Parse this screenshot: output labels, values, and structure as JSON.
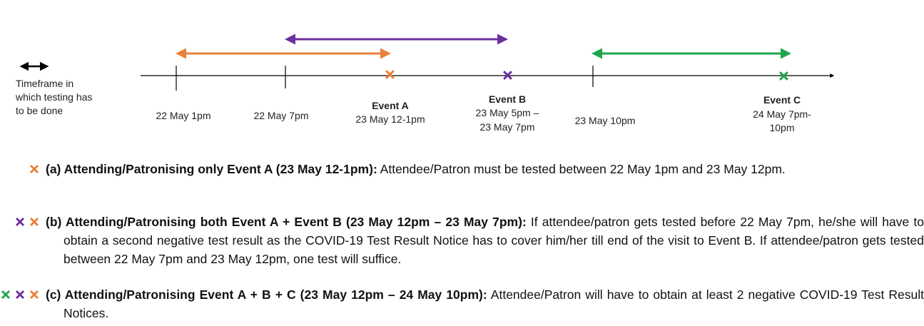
{
  "legend": {
    "text": "Timeframe in which testing has to be done"
  },
  "colors": {
    "event_a": "#E8803A",
    "event_b": "#6B2FA0",
    "event_c": "#1FA54C",
    "axis": "#000000",
    "legend_arrow": "#000000"
  },
  "timeline": {
    "ticks": [
      {
        "label": "22 May 1pm"
      },
      {
        "label": "22 May 7pm"
      },
      {
        "label": "23 May 10pm"
      }
    ],
    "events": [
      {
        "key": "a",
        "name": "Event A",
        "time": "23 May 12-1pm"
      },
      {
        "key": "b",
        "name": "Event B",
        "time_line1": "23 May 5pm –",
        "time_line2": "23 May 7pm"
      },
      {
        "key": "c",
        "name": "Event C",
        "time_line1": "24 May 7pm-",
        "time_line2": "10pm"
      }
    ],
    "ranges": [
      {
        "event": "a",
        "from": "22 May 1pm",
        "to": "23 May 12-1pm"
      },
      {
        "event": "b",
        "from": "22 May 7pm",
        "to": "23 May 5pm – 23 May 7pm"
      },
      {
        "event": "c",
        "from": "23 May 10pm",
        "to": "24 May 7pm-10pm"
      }
    ]
  },
  "items": {
    "a": {
      "title": "(a) Attending/Patronising only Event A (23 May 12-1pm):",
      "body": " Attendee/Patron must be tested between 22 May 1pm and 23 May 12pm."
    },
    "b": {
      "title": "(b) Attending/Patronising both Event A + Event B (23 May 12pm – 23 May 7pm):",
      "body": " If attendee/patron gets tested before 22 May 7pm, he/she will have to obtain a second negative test result as the COVID-19 Test Result Notice has to cover him/her till end of the visit to Event B. If attendee/patron gets tested between 22 May 7pm and 23 May 12pm, one test will suffice."
    },
    "c": {
      "title": "(c) Attending/Patronising Event A + B + C (23 May 12pm – 24 May 10pm):",
      "body": " Attendee/Patron will have to obtain at least 2 negative COVID-19 Test Result Notices."
    }
  }
}
